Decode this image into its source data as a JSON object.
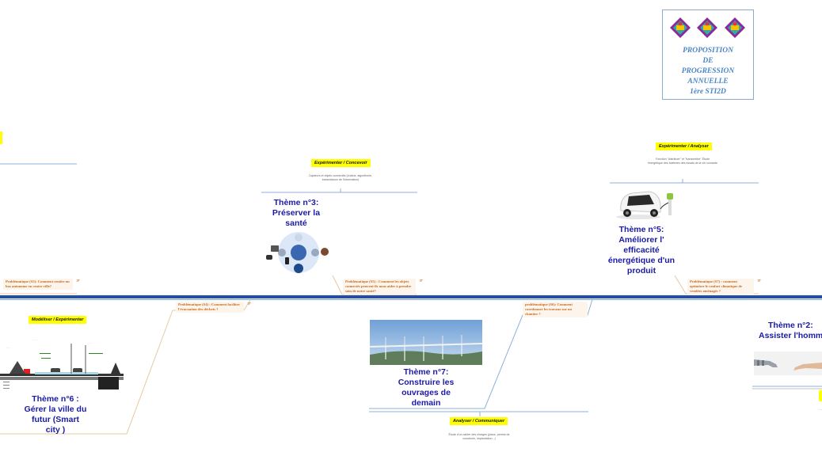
{
  "title_box": {
    "lines": [
      "PROPOSITION",
      "DE",
      "PROGRESSION",
      "ANNUELLE",
      "1ère STI2D"
    ]
  },
  "themes": {
    "t3": {
      "lines": [
        "Thème n°3:",
        "Préserver la",
        "santé"
      ]
    },
    "t5": {
      "lines": [
        "Thème n°5:",
        "Améliorer l'",
        "efficacité",
        "énergétique d'un",
        "produit"
      ]
    },
    "t6": {
      "lines": [
        "Thème n°6 :",
        "Gérer la ville du",
        "futur (Smart",
        "city )"
      ]
    },
    "t7": {
      "lines": [
        "Thème n°7:",
        "Construire les",
        "ouvrages de",
        "demain"
      ]
    },
    "t2": {
      "lines": [
        "Thème n°2:",
        "Assister l'homme"
      ]
    }
  },
  "skills": {
    "s3": "Expérimenter / Concevoir",
    "s5": "Expérimenter / Analyser",
    "s6": "Modéliser /  Expérimenter",
    "s7": "Analyser / Communiquer"
  },
  "notes": {
    "n3": "Capteurs et objets connectés (chaîne, algorithmie, transmission de l'information)",
    "n5": "Fonction \"distribuer\" et \"transmettre\" Étude énergétique des batteries des essais de la vie courante",
    "n7": "Étude d'un cahier des charges (plans, permis de construire, implantation...)"
  },
  "problems": {
    "p_left": "Problématique (S5): Comment rendre un bus autonome en centre ville?",
    "p3": "Problématique (S5) : Comment les objets connectés peuvent-ils nous aider à prendre soin de notre santé?",
    "p5": "Problématique (S7) : comment optimiser le confort climatique de vendées aménagés ?",
    "p6": "Problématique (S4) : Comment faciliter l'évacuation des déchets ?",
    "p7": "problématique (S6): Comment coordonner les travaux sur un chantier ?"
  },
  "colors": {
    "theme_text": "#1a1aa6",
    "timeline": "#1f4fa8",
    "problem_text": "#c86a1a",
    "title_text": "#4a86c8",
    "skill_bg": "#ffff00"
  }
}
